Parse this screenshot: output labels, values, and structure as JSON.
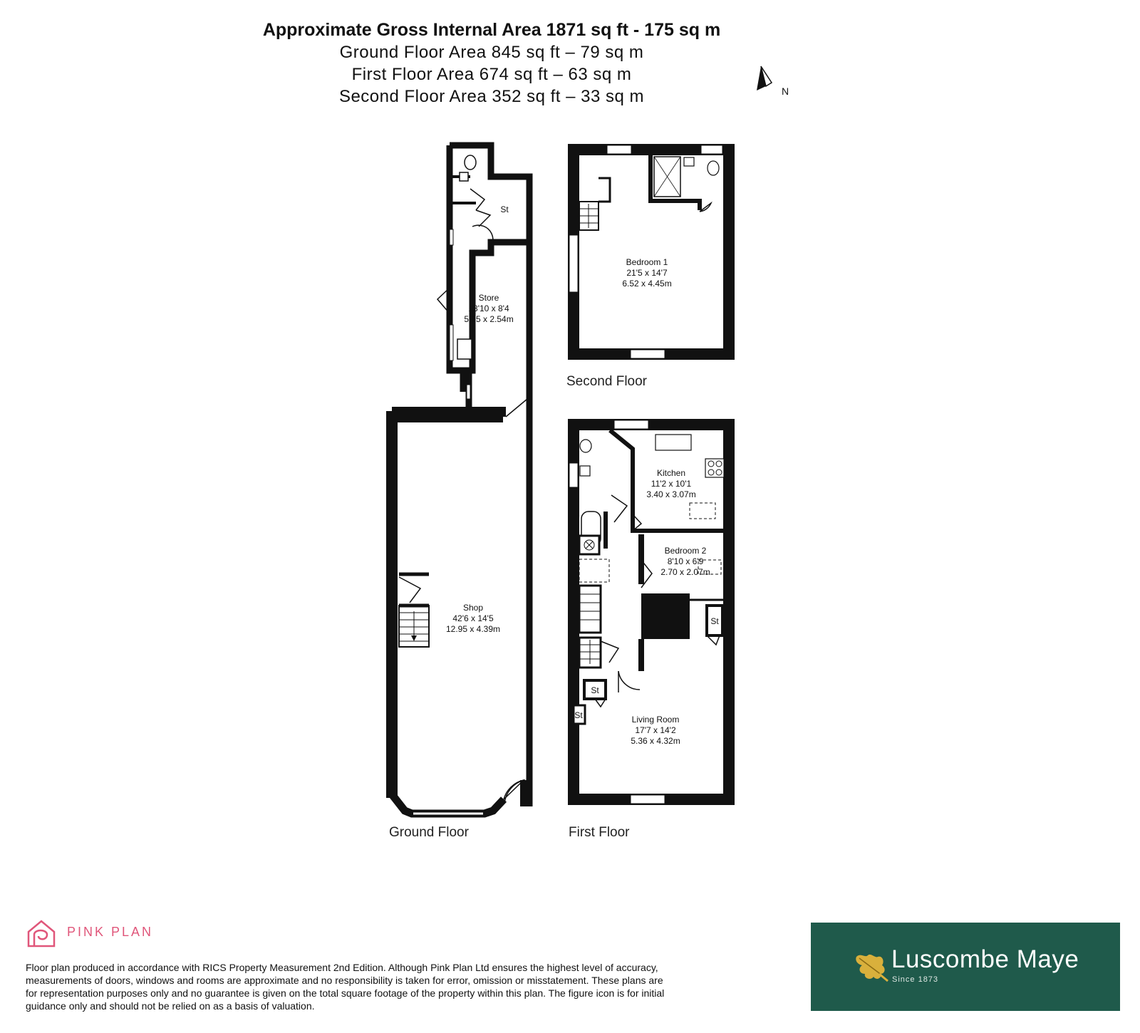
{
  "header": {
    "title": "Approximate Gross Internal Area 1871 sq ft - 175 sq m",
    "ground_area": "Ground Floor Area 845 sq ft – 79 sq m",
    "first_area": "First Floor Area 674 sq ft – 63 sq m",
    "second_area": "Second Floor Area 352 sq ft – 33 sq m"
  },
  "compass": {
    "label": "N"
  },
  "floors": {
    "ground": "Ground Floor",
    "first": "First Floor",
    "second": "Second Floor"
  },
  "rooms": {
    "store": {
      "name": "Store",
      "imperial": "18'10 x 8'4",
      "metric": "5.75 x 2.54m"
    },
    "shop": {
      "name": "Shop",
      "imperial": "42'6 x 14'5",
      "metric": "12.95 x 4.39m"
    },
    "bedroom1": {
      "name": "Bedroom 1",
      "imperial": "21'5 x 14'7",
      "metric": "6.52 x 4.45m"
    },
    "kitchen": {
      "name": "Kitchen",
      "imperial": "11'2 x 10'1",
      "metric": "3.40 x 3.07m"
    },
    "bedroom2": {
      "name": "Bedroom 2",
      "imperial": "8'10 x 6'9",
      "metric": "2.70 x 2.07m"
    },
    "living": {
      "name": "Living Room",
      "imperial": "17'7 x 14'2",
      "metric": "5.36 x 4.32m"
    }
  },
  "storage_label": "St",
  "branding": {
    "pink_plan": "PINK PLAN",
    "agent": "Luscombe Maye",
    "since": "Since 1873",
    "brand_pink": "#e0567a",
    "brand_green": "#1f5a4b"
  },
  "disclaimer": "Floor plan produced in accordance with RICS Property Measurement 2nd Edition. Although Pink Plan Ltd ensures the highest level of accuracy, measurements of doors, windows and rooms are approximate and no responsibility is taken for error, omission or misstatement. These plans are for representation purposes only and no guarantee is given on the total square footage of the property within this plan. The figure icon is for initial guidance only and should not be relied on as a basis of valuation."
}
